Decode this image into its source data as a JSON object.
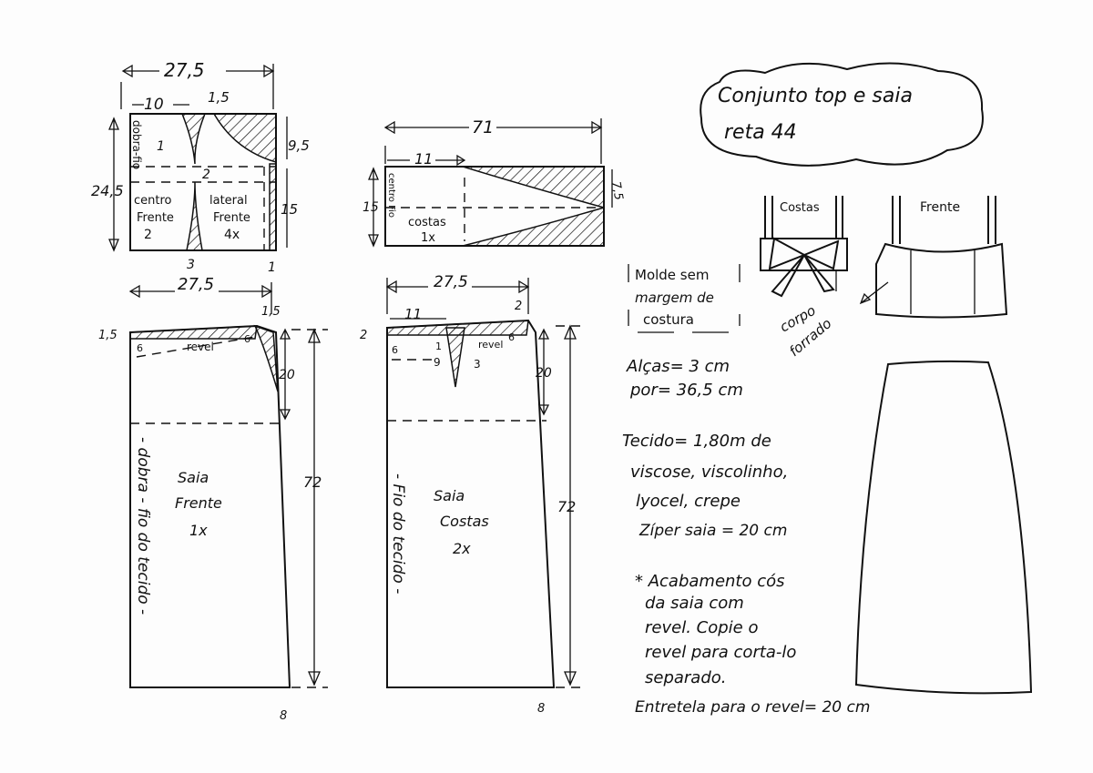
{
  "title": {
    "line1": "Conjunto  top  e  saia",
    "line2": "reta  44"
  },
  "front_bodice": {
    "width": "27,5",
    "left_width": "10",
    "dart": "1,5",
    "height": "24,5",
    "side_drop": "9,5",
    "side_height": "15",
    "gap": "2",
    "bottom_gap": "3",
    "one_a": "1",
    "one_b": "1",
    "fold_label": "dobra-fio",
    "piece1_l1": "centro",
    "piece1_l2": "Frente",
    "piece1_l3": "2",
    "piece2_l1": "lateral",
    "piece2_l2": "Frente",
    "piece2_l3": "4x",
    "grain": "fio"
  },
  "back_bodice": {
    "width": "71",
    "left": "11",
    "height": "15",
    "right": "7,5",
    "fold_label": "centro Fio",
    "piece_l1": "costas",
    "piece_l2": "1x"
  },
  "front_skirt": {
    "width": "27,5",
    "left_top": "1,5",
    "right_top": "1,5",
    "six_a": "6",
    "six_b": "6",
    "revel": "revel",
    "hip": "20",
    "length": "72",
    "hem": "8",
    "l1": "Saia",
    "l2": "Frente",
    "l3": "1x",
    "fold_label": "- dobra - fio do tecido -"
  },
  "back_skirt": {
    "width": "27,5",
    "left_top": "2",
    "right_top": "2",
    "left": "11",
    "six_a": "6",
    "six_b": "6",
    "revel": "revel",
    "dart_w": "1",
    "dart_l": "9",
    "dart_3": "3",
    "hip": "20",
    "length": "72",
    "hem": "8",
    "l1": "Saia",
    "l2": "Costas",
    "l3": "2x",
    "grain_label": "- Fio do tecido -"
  },
  "sketch": {
    "back_label": "Costas",
    "front_label": "Frente",
    "lining1": "corpo",
    "lining2": "forrado"
  },
  "notes": {
    "box1": "Molde sem",
    "box2": "margem de",
    "box3": "costura",
    "straps1": "Alças= 3 cm",
    "straps2": "por= 36,5 cm",
    "fabric1": "Tecido= 1,80m de",
    "fabric2": "viscose, viscolinho,",
    "fabric3": "lyocel, crepe",
    "zip": "Zíper saia = 20 cm",
    "finish1": "* Acabamento cós",
    "finish2": "da saia  com",
    "finish3": "revel. Copie o",
    "finish4": "revel para corta-lo",
    "finish5": "separado.",
    "interfacing": "Entretela para o revel= 20 cm"
  }
}
